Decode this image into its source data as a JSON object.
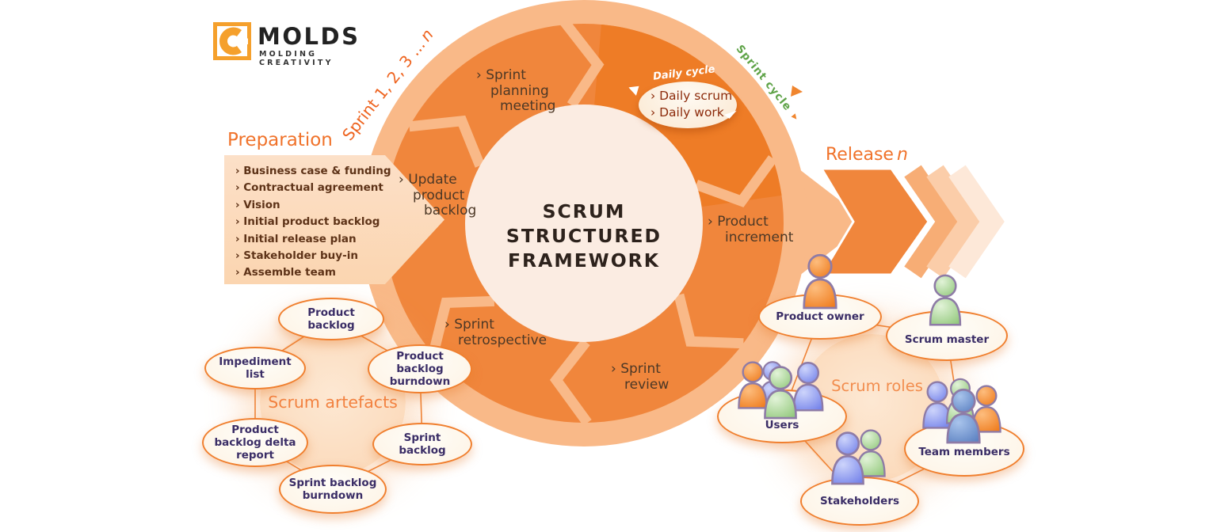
{
  "logo": {
    "name": "MOLDS",
    "tagline": "MOLDING CREATIVITY"
  },
  "preparation": {
    "title": "Preparation",
    "items": [
      "› Business case & funding",
      "› Contractual agreement",
      "› Vision",
      "› Initial product backlog",
      "› Initial release plan",
      "› Stakeholder buy-in",
      "› Assemble team"
    ]
  },
  "cycle": {
    "center_title_line1": "SCRUM STRUCTURED",
    "center_title_line2": "FRAMEWORK",
    "sprint_arc": {
      "text": "Sprint 1, 2, 3 ...",
      "n": "n"
    },
    "sprint_cycle_label": "Sprint cycle",
    "sprint_cycle_arrow": "▸",
    "daily_cycle_label": "Daily cycle",
    "daily_items": [
      "› Daily scrum",
      "› Daily work"
    ],
    "sprint_planning": [
      "› Sprint",
      "planning",
      "meeting"
    ],
    "update_backlog": [
      "› Update",
      "product",
      "backlog"
    ],
    "product_increment": [
      "› Product",
      "increment"
    ],
    "sprint_review": [
      "› Sprint",
      "review"
    ],
    "sprint_retrospective": [
      "› Sprint",
      "retrospective"
    ]
  },
  "release": {
    "text": "Release",
    "n": "n"
  },
  "artefacts": {
    "title": "Scrum artefacts",
    "items": [
      "Product backlog",
      "Impediment list",
      "Product backlog burndown",
      "Product backlog delta report",
      "Sprint backlog",
      "Sprint backlog burndown"
    ]
  },
  "roles": {
    "title": "Scrum roles",
    "items": [
      "Product owner",
      "Scrum master",
      "Users",
      "Team members",
      "Stakeholders"
    ]
  },
  "colors": {
    "orange_dark": "#f0863c",
    "orange_wedge": "#ee7c26",
    "orange_ring": "#f9b988",
    "peach_pale": "#fbd9ba",
    "cream_center": "#fbece2",
    "accent_text": "#f0722a",
    "green_text": "#5fa348",
    "purple_text": "#3a2d66",
    "brown_text": "#4c3826",
    "maroon_text": "#8c2a0a"
  }
}
